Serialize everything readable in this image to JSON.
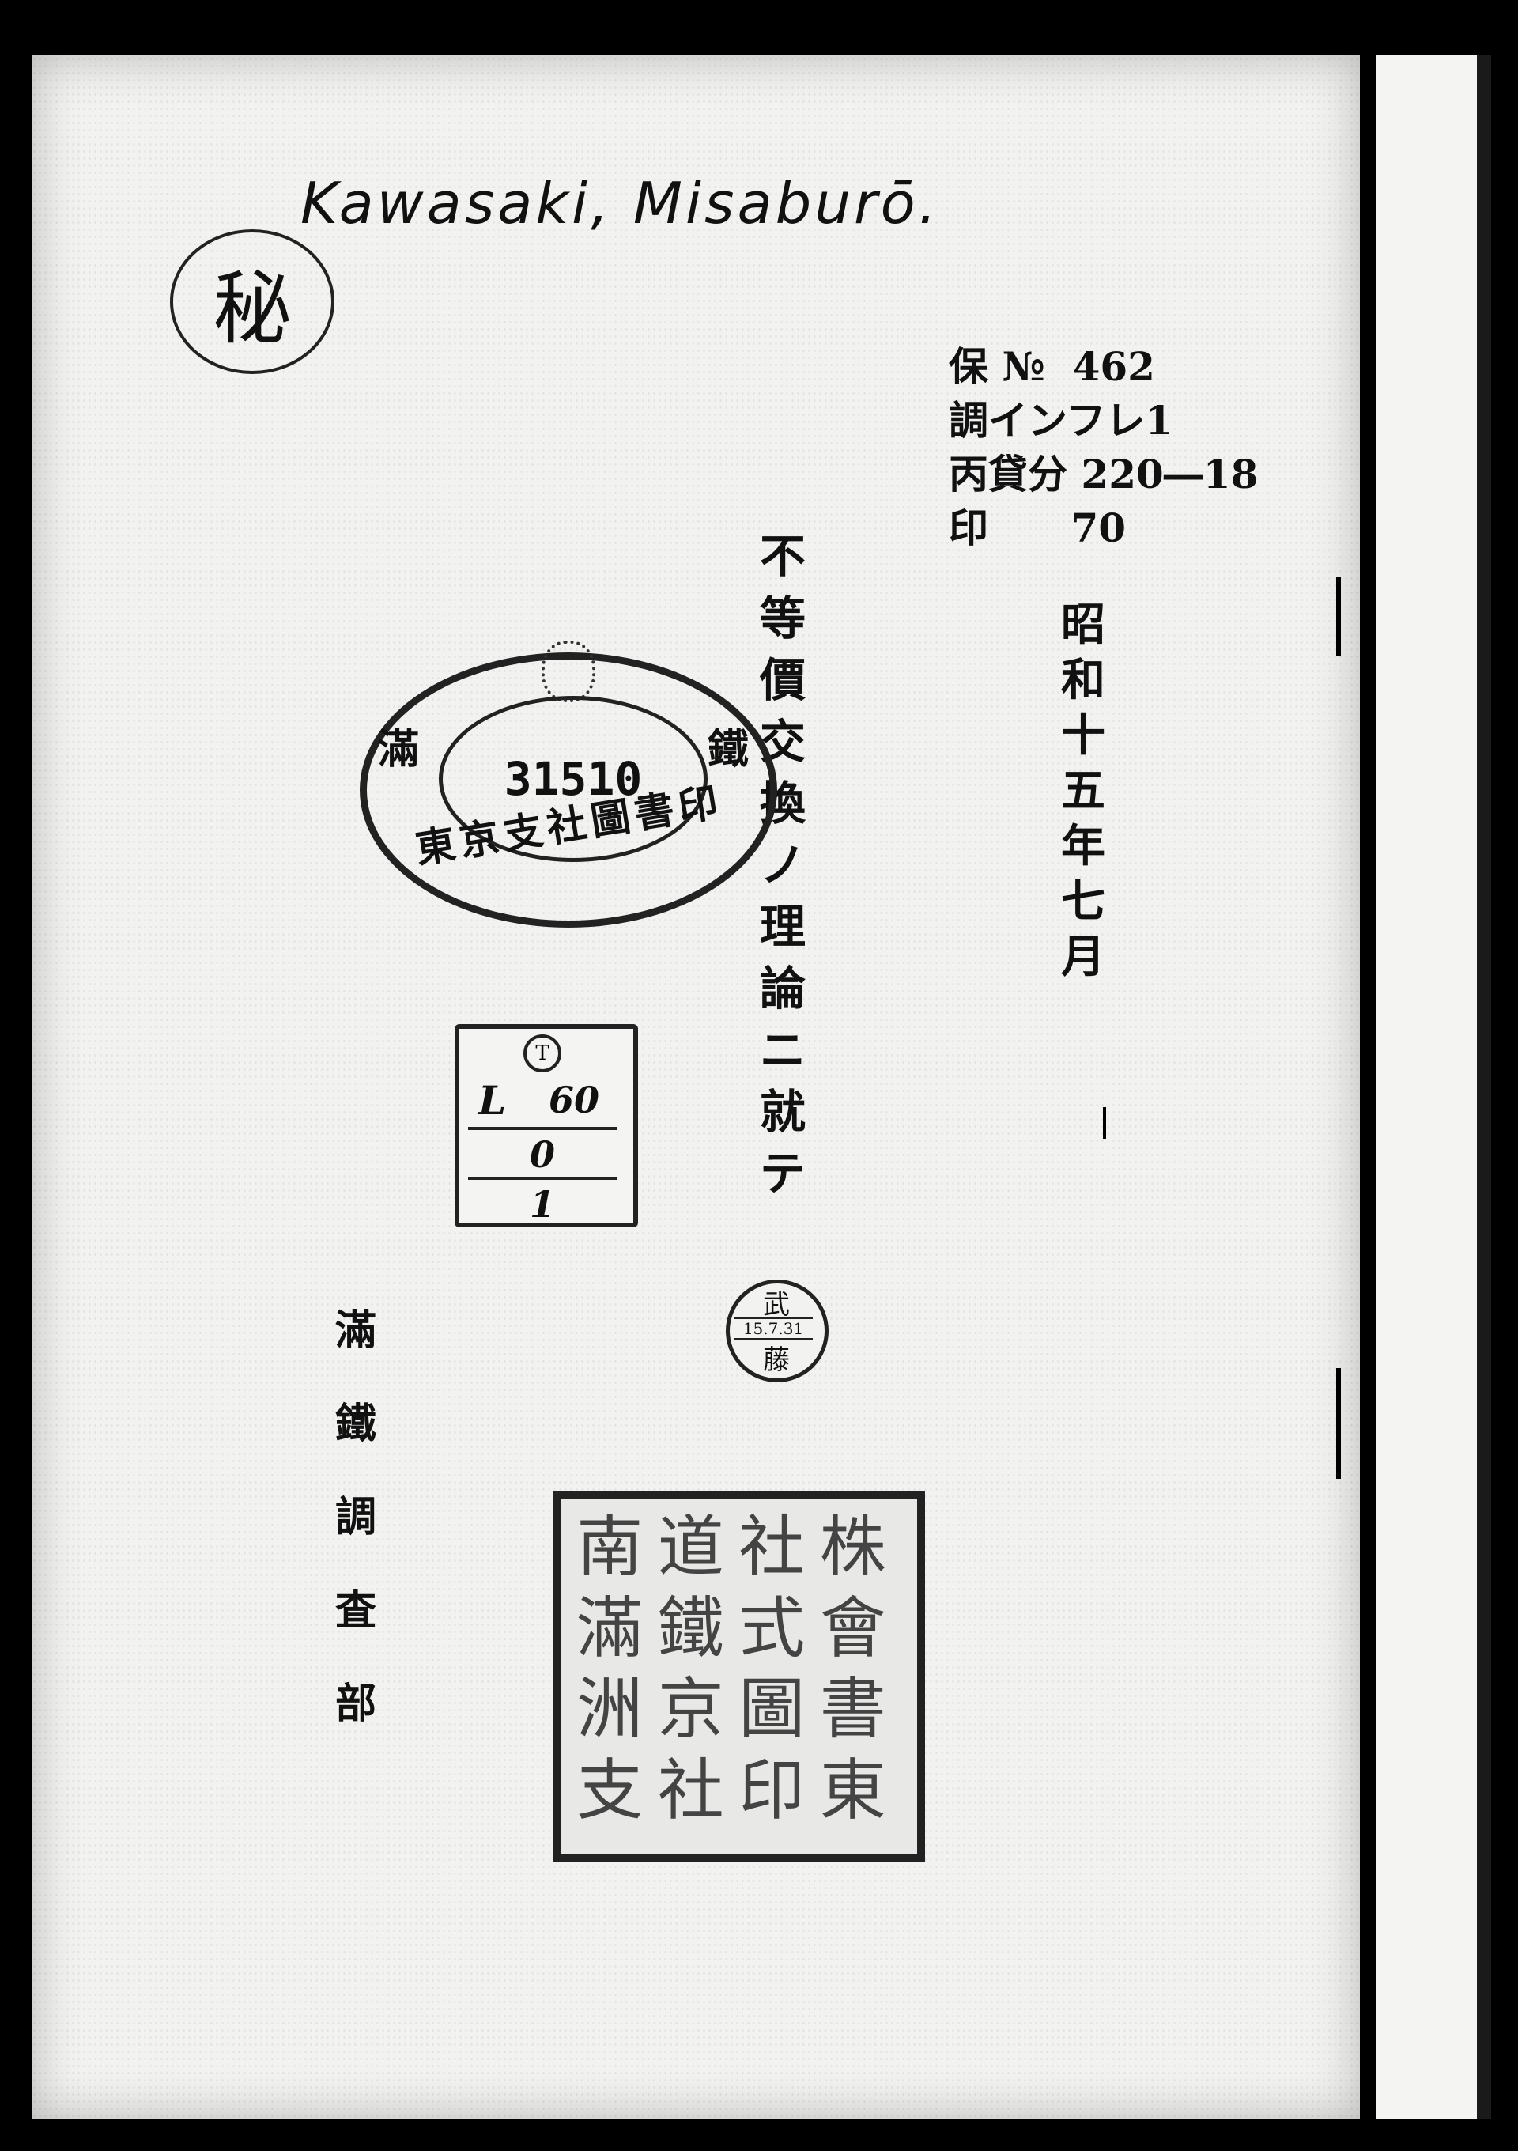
{
  "handwritten_name": "Kawasaki, Misaburō.",
  "secret_mark": "秘",
  "catalog_lines": [
    "保 №  462",
    "調インフレ1",
    "丙貸分 220―18",
    "印      70"
  ],
  "title_vertical": [
    "不",
    "等",
    "價",
    "交",
    "換",
    "ノ",
    "理",
    "論",
    "ニ",
    "就",
    "テ"
  ],
  "date_vertical": [
    "昭",
    "和",
    "十",
    "五",
    "年",
    "七",
    "月"
  ],
  "publisher_vertical": [
    "滿",
    "鐵",
    "調",
    "査",
    "部"
  ],
  "oval_stamp": {
    "number": "31510",
    "left_char": "滿",
    "right_char": "鐵",
    "bottom_text": "東京支社圖書印"
  },
  "shelf_label": {
    "letter": "L",
    "rows": [
      "60",
      "0",
      "1"
    ]
  },
  "date_stamp": {
    "top": "武",
    "date": "15.7.31",
    "bottom": "藤"
  },
  "square_seal_chars": [
    "南",
    "道",
    "社",
    "株",
    "滿",
    "鐵",
    "式",
    "會",
    "洲",
    "京",
    "圖",
    "書",
    "支",
    "社",
    "印",
    "東"
  ]
}
